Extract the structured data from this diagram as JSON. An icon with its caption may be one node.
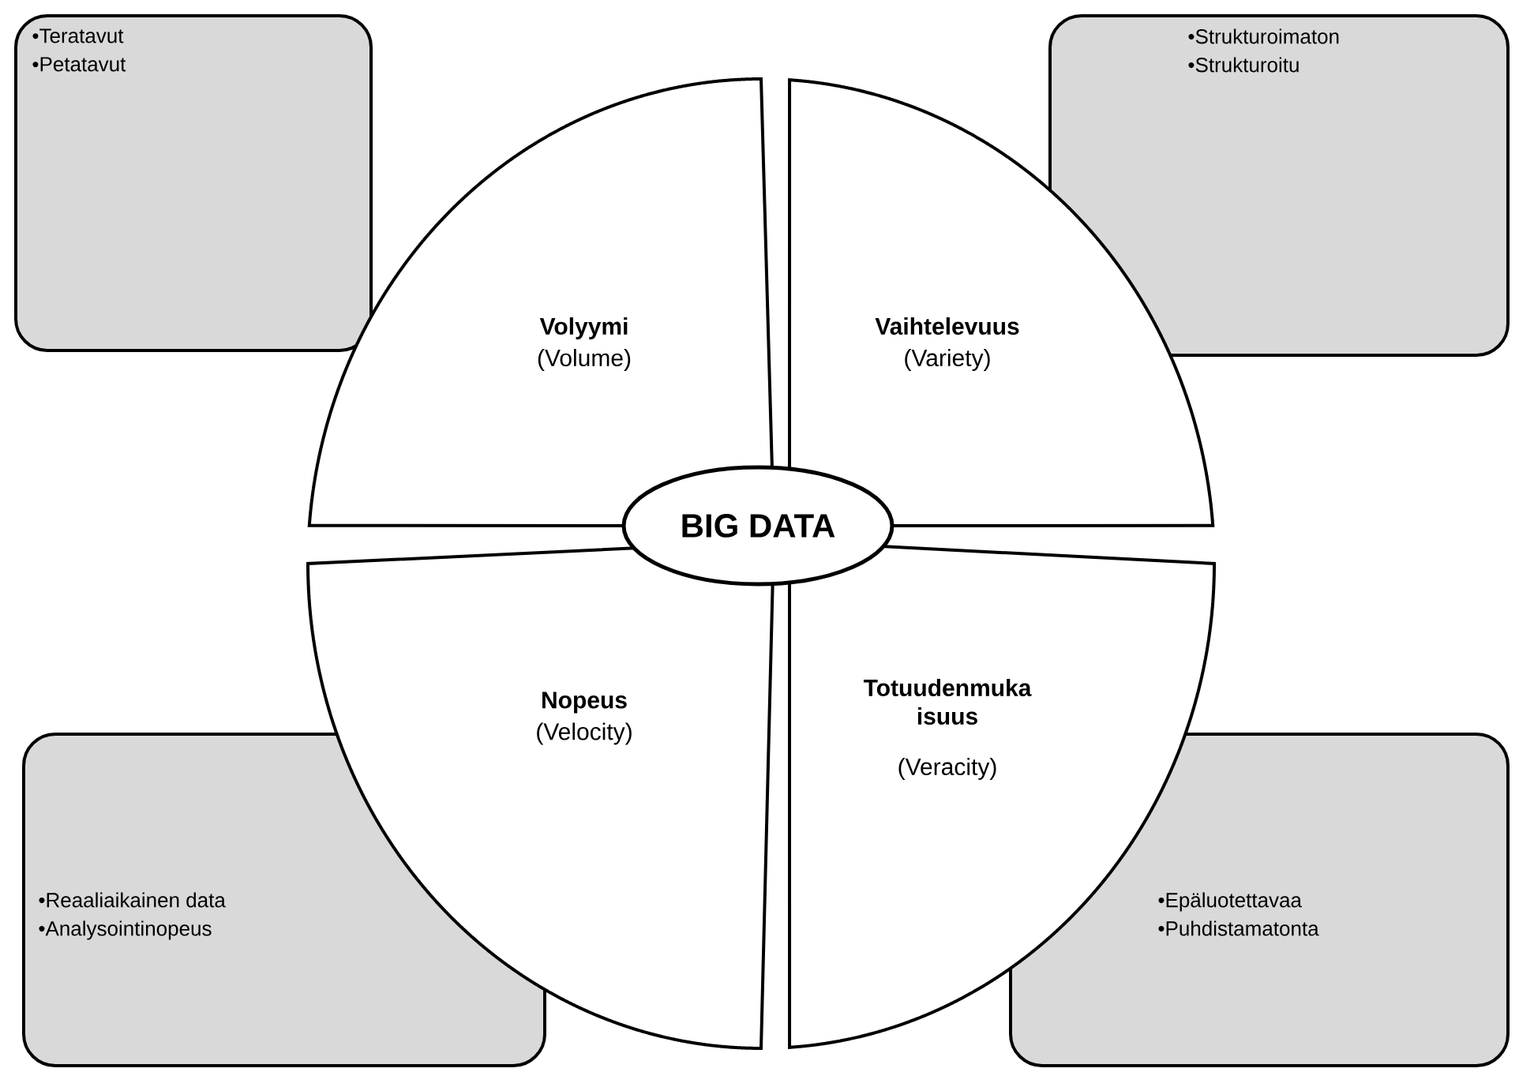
{
  "diagram": {
    "nodes": [
      {
        "text": [
          "•Teratavut",
          "•Petatavut"
        ]
      },
      {
        "text": [
          "•Strukturoimaton",
          "•Strukturoitu"
        ]
      },
      {
        "text": [
          "Volyymi",
          "(Volume)"
        ]
      },
      {
        "text": [
          "Vaihtelevuus",
          "(Variety)"
        ]
      },
      {
        "text": [
          "BIG DATA"
        ]
      },
      {
        "text": [
          "Nopeus",
          "(Velocity)"
        ]
      },
      {
        "text": [
          "Totuudenmuka isuus",
          "(Veracity)"
        ]
      },
      {
        "text": [
          "•Reaaliaikainen data",
          "•Analysointinopeus"
        ]
      },
      {
        "text": [
          "•Epäluotettavaa",
          "•Puhdistamatonta"
        ]
      }
    ]
  }
}
